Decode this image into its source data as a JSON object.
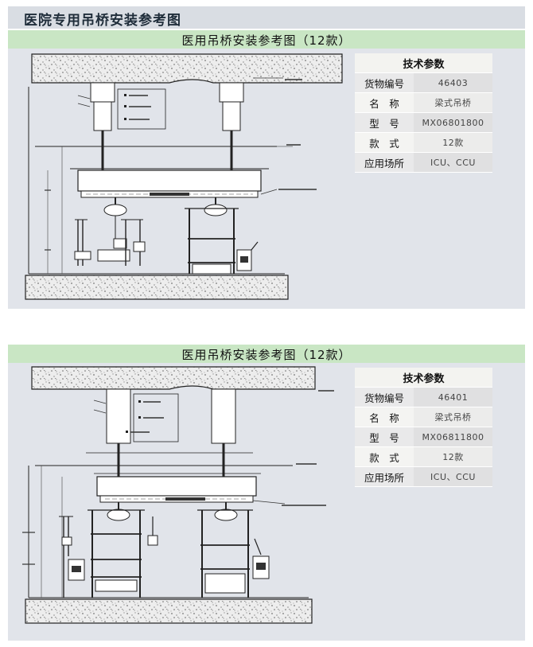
{
  "page_title": "医院专用吊桥安装参考图",
  "panels": [
    {
      "title": "医用吊桥安装参考图（12款）",
      "spec_header": "技术参数",
      "specs": [
        {
          "label": "货物编号",
          "value": "46403"
        },
        {
          "label": "名　称",
          "value": "梁式吊桥"
        },
        {
          "label": "型　号",
          "value": "MX06801800"
        },
        {
          "label": "款　式",
          "value": "12款"
        },
        {
          "label": "应用场所",
          "value": "ICU、CCU"
        }
      ]
    },
    {
      "title": "医用吊桥安装参考图（12款）",
      "spec_header": "技术参数",
      "specs": [
        {
          "label": "货物编号",
          "value": "46401"
        },
        {
          "label": "名　称",
          "value": "梁式吊桥"
        },
        {
          "label": "型　号",
          "value": "MX06811800"
        },
        {
          "label": "款　式",
          "value": "12款"
        },
        {
          "label": "应用场所",
          "value": "ICU、CCU"
        }
      ]
    }
  ],
  "colors": {
    "panel_bg": "#e1e4ea",
    "title_bar": "#c9e6c4",
    "header_bg": "#d9dde3"
  }
}
